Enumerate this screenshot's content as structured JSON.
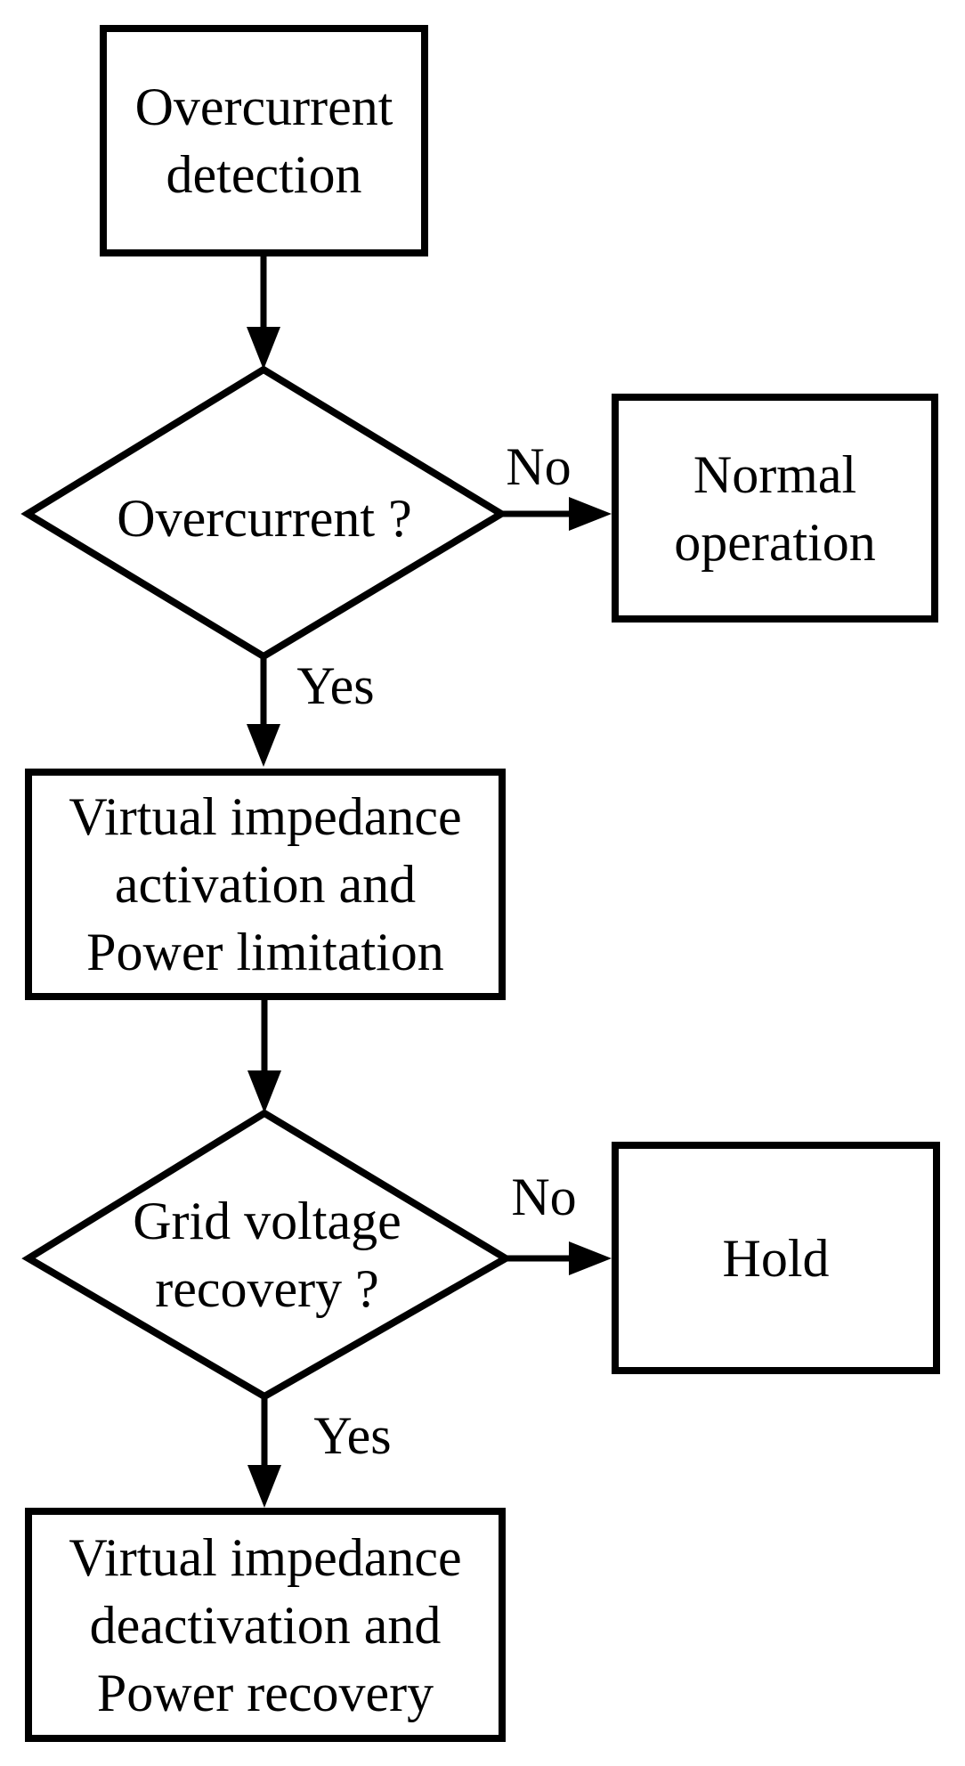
{
  "flowchart": {
    "nodes": {
      "start": {
        "type": "process",
        "label": "Overcurrent detection",
        "lines": [
          "Overcurrent",
          "detection"
        ]
      },
      "decision1": {
        "type": "decision",
        "label": "Overcurrent ?",
        "lines": [
          "Overcurrent ?"
        ]
      },
      "normal_operation": {
        "type": "process",
        "label": "Normal operation",
        "lines": [
          "Normal",
          "operation"
        ]
      },
      "vi_activation": {
        "type": "process",
        "label": "Virtual impedance activation and Power limitation",
        "lines": [
          "Virtual impedance",
          "activation and",
          "Power limitation"
        ]
      },
      "decision2": {
        "type": "decision",
        "label": "Grid voltage recovery ?",
        "lines": [
          "Grid voltage",
          "recovery ?"
        ]
      },
      "hold": {
        "type": "process",
        "label": "Hold",
        "lines": [
          "Hold"
        ]
      },
      "vi_deactivation": {
        "type": "process",
        "label": "Virtual impedance deactivation and Power recovery",
        "lines": [
          "Virtual impedance",
          "deactivation and",
          "Power recovery"
        ]
      }
    },
    "edge_labels": {
      "decision1_no": "No",
      "decision1_yes": "Yes",
      "decision2_no": "No",
      "decision2_yes": "Yes"
    },
    "colors": {
      "stroke": "#000000",
      "fill": "#ffffff",
      "text": "#000000"
    }
  }
}
